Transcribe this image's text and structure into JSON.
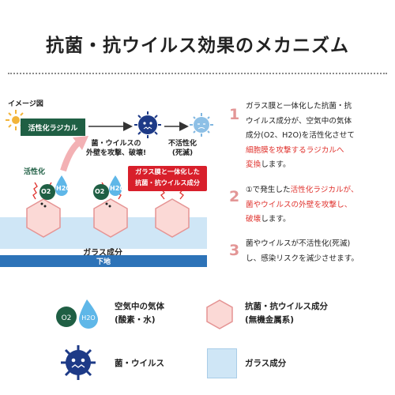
{
  "title": "抗菌・抗ウイルス効果のメカニズム",
  "diagram": {
    "image_label": "イメージ図",
    "radical_label": "活性化ラジカル",
    "activation_label": "活性化",
    "o2": "O2",
    "h2o": "H2O",
    "attack_label_1": "菌・ウイルスの",
    "attack_label_2": "外壁を攻撃、破壊!",
    "inactive_label_1": "不活性化",
    "inactive_label_2": "(死滅)",
    "component_label_1": "ガラス膜と一体化した",
    "component_label_2": "抗菌・抗ウイルス成分",
    "glass_label": "ガラス成分",
    "base_label": "下地"
  },
  "steps": [
    {
      "num": "1",
      "lines": [
        "ガラス膜と一体化した抗菌・抗",
        "ウイルス成分が、空気中の気体",
        "成分(O2、H2O)を活性化させて"
      ],
      "red_lines": [
        "細胞膜を攻撃するラジカルへ"
      ],
      "red_tail": "変換",
      "tail": "します。"
    },
    {
      "num": "2",
      "head": "①で発生した",
      "red_head": "活性化ラジカルが、",
      "red_lines": [
        "菌やウイルスの外壁を攻撃し、"
      ],
      "red_tail": "破壊",
      "tail": "します。"
    },
    {
      "num": "3",
      "lines": [
        "菌やウイルスが不活性化(死滅)",
        "し、感染リスクを減少させます。"
      ]
    }
  ],
  "legend": [
    {
      "icon": "o2-h2o-icon",
      "line1": "空気中の気体",
      "line2": "(酸素・水)"
    },
    {
      "icon": "hexagon-icon",
      "line1": "抗菌・抗ウイルス成分",
      "line2": "(無機金属系)"
    },
    {
      "icon": "virus-icon",
      "line1": "菌・ウイルス"
    },
    {
      "icon": "glass-square-icon",
      "line1": "ガラス成分"
    }
  ],
  "colors": {
    "dark_green": "#1f5f44",
    "red": "#e0342f",
    "blue": "#2d73b8",
    "light_blue": "#cfe6f6",
    "hex_pink": "#fbd9d6",
    "step_number": "#e39696"
  }
}
